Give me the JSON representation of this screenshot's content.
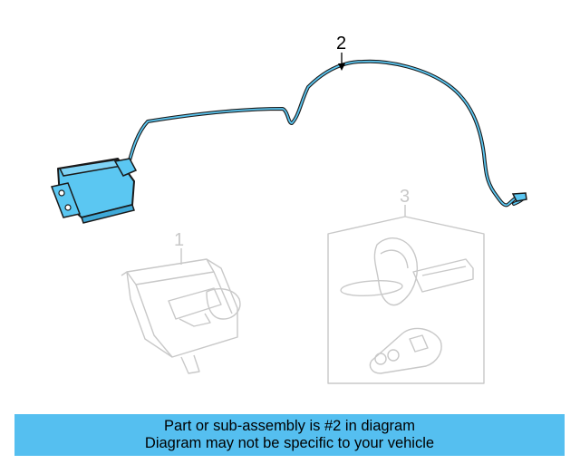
{
  "callouts": {
    "part_2": "2",
    "part_1": "1",
    "part_3": "3"
  },
  "banner": {
    "line1": "Part or sub-assembly is #2 in diagram",
    "line2": "Diagram may not be specific to your vehicle"
  },
  "colors": {
    "highlight": "#5bc7f2",
    "outline": "#1a1a1a",
    "faded": "#c8c8c8",
    "banner_bg": "#55bff0"
  }
}
